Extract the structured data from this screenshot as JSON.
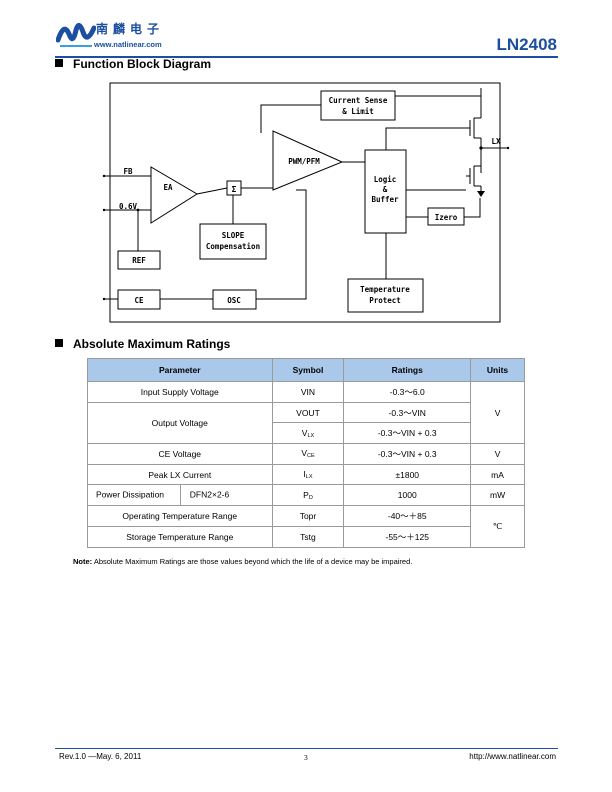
{
  "header": {
    "company_cn": "南麟电子",
    "website": "www.natlinear.com",
    "part_number": "LN2408",
    "colors": {
      "brand_blue": "#1d4fa0",
      "table_header": "#a9c8ea"
    }
  },
  "section_block_diagram": {
    "title": "Function Block Diagram"
  },
  "diagram": {
    "current_sense": [
      "Current Sense",
      "& Limit"
    ],
    "pwm": "PWM/PFM",
    "logic": [
      "Logic",
      "&",
      "Buffer"
    ],
    "izero": "Izero",
    "ea": "EA",
    "sigma": "Σ",
    "slope": [
      "SLOPE",
      "Compensation"
    ],
    "ref": "REF",
    "ce": "CE",
    "osc": "OSC",
    "temp": [
      "Temperature",
      "Protect"
    ],
    "fb_pin": "FB",
    "v06": "0.6V",
    "lx_pin": "LX"
  },
  "section_ratings": {
    "title": "Absolute Maximum Ratings"
  },
  "ratings_table": {
    "headers": [
      "Parameter",
      "Symbol",
      "Ratings",
      "Units"
    ],
    "input_supply": {
      "param": "Input Supply Voltage",
      "symbol": "VIN",
      "rating": "-0.3～6.0"
    },
    "output_voltage": {
      "param": "Output Voltage",
      "symbol1": "VOUT",
      "rating1": "-0.3～VIN",
      "symbol2_main": "V",
      "symbol2_sub": "LX",
      "rating2": "-0.3～VIN + 0.3",
      "unit": "V"
    },
    "ce_voltage": {
      "param": "CE Voltage",
      "symbol_main": "V",
      "symbol_sub": "CE",
      "rating": "-0.3～VIN + 0.3",
      "unit": "V"
    },
    "peak_lx": {
      "param": "Peak LX Current",
      "symbol_main": "I",
      "symbol_sub": "LX",
      "rating": "±1800",
      "unit": "mA"
    },
    "power": {
      "param": "Power Dissipation",
      "package": "DFN2×2-6",
      "symbol_main": "P",
      "symbol_sub": "D",
      "rating": "1000",
      "unit": "mW"
    },
    "op_temp": {
      "param": "Operating Temperature Range",
      "symbol": "Topr",
      "rating": "-40～＋85"
    },
    "storage_temp": {
      "param": "Storage Temperature Range",
      "symbol": "Tstg",
      "rating": "-55～＋125",
      "unit": "℃"
    }
  },
  "note": {
    "label": "Note:",
    "text": " Absolute Maximum Ratings are those values beyond which the life of a device may be impaired."
  },
  "footer": {
    "revision": "Rev.1.0  —May. 6, 2011",
    "page": "3",
    "url": "http://www.natlinear.com"
  }
}
